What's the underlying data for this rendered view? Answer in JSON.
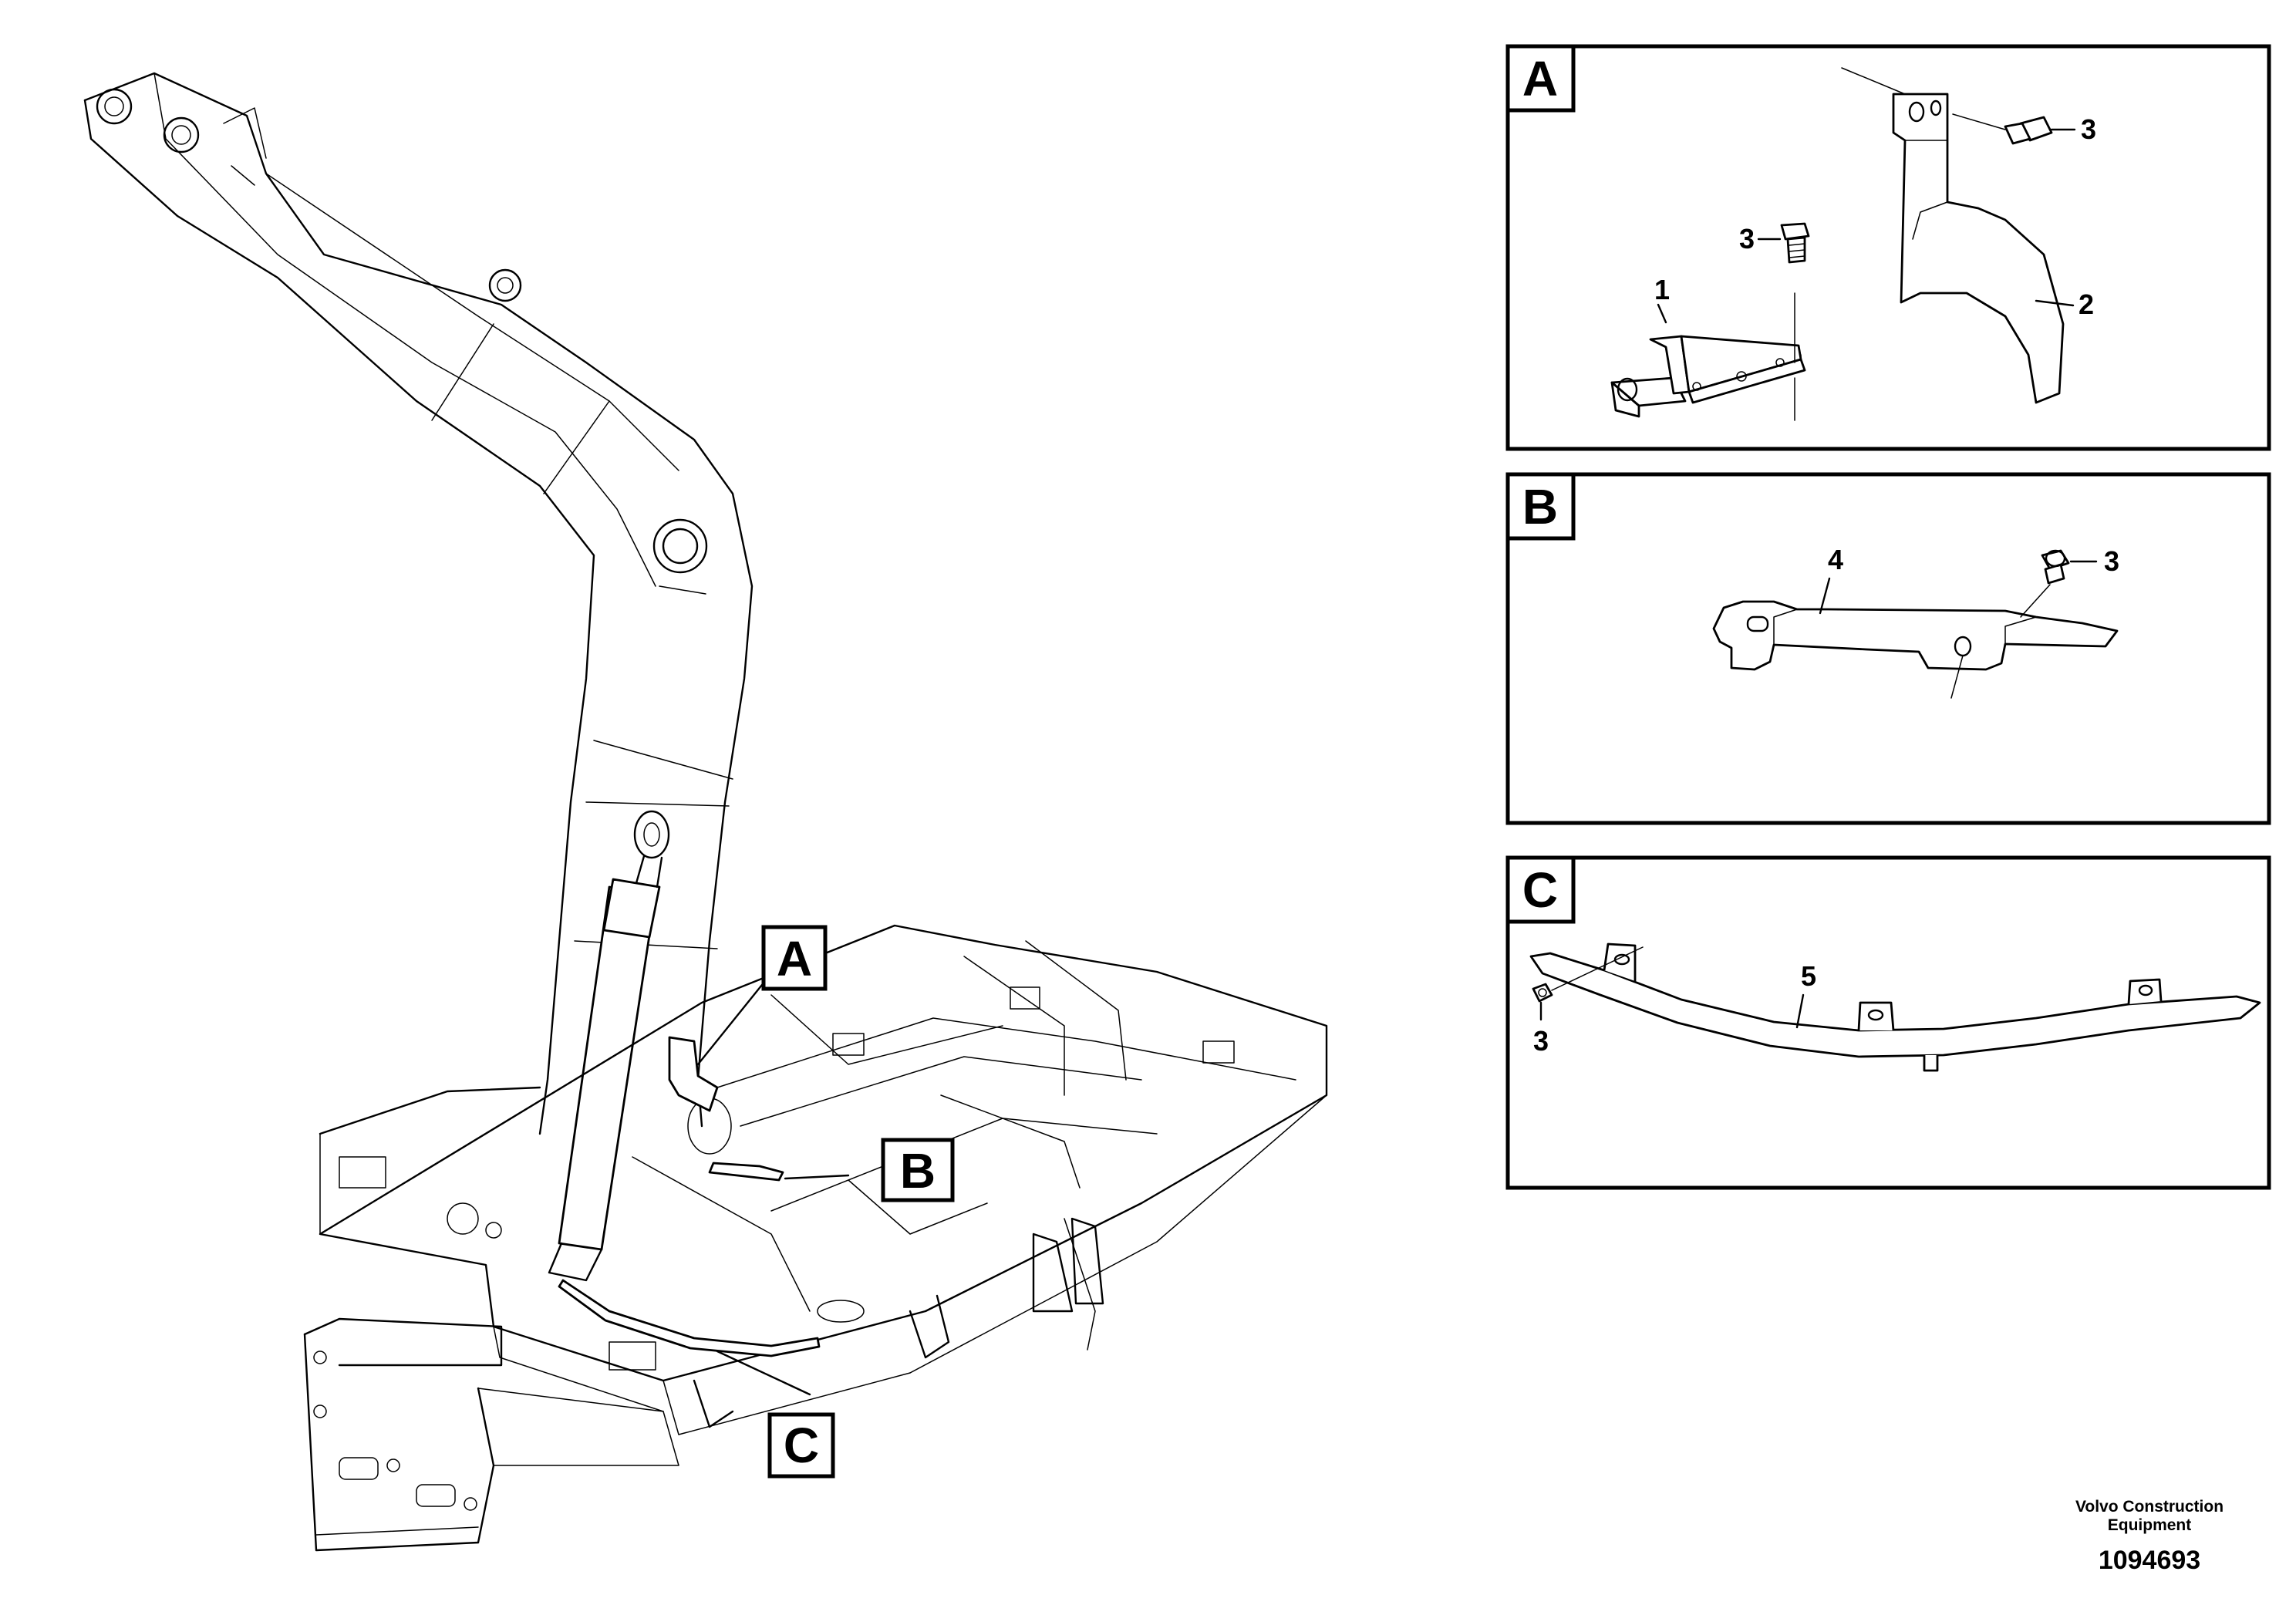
{
  "callouts": {
    "a": "A",
    "b": "B",
    "c": "C"
  },
  "details": {
    "a": {
      "letter": "A",
      "items": [
        "1",
        "2",
        "3",
        "3"
      ]
    },
    "b": {
      "letter": "B",
      "items": [
        "4",
        "3"
      ]
    },
    "c": {
      "letter": "C",
      "items": [
        "5",
        "3"
      ]
    }
  },
  "footer": {
    "company_line1": "Volvo Construction",
    "company_line2": "Equipment",
    "drawing_number": "1094693"
  }
}
